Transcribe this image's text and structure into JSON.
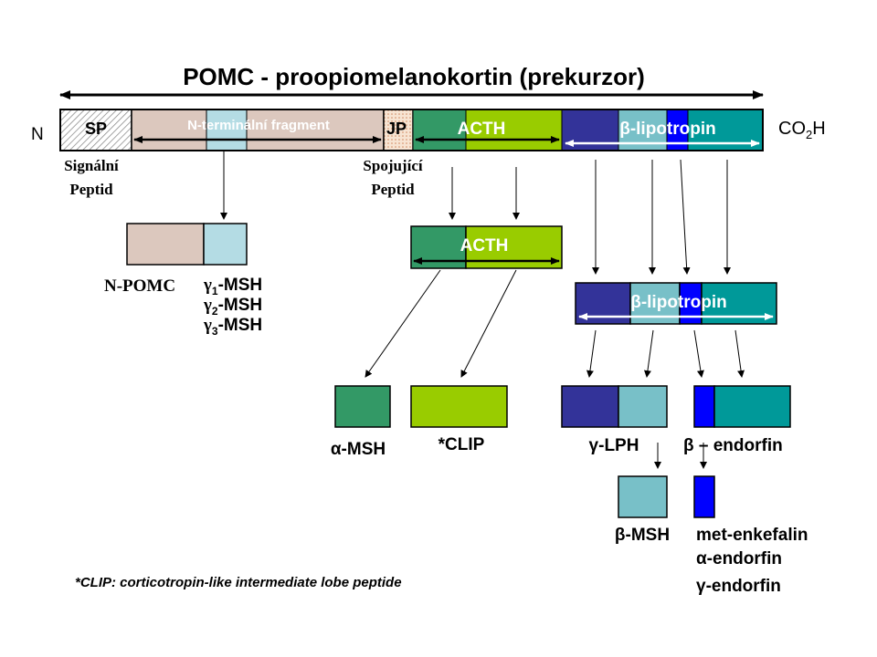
{
  "title": "POMC - proopiomelanokortin (prekurzor)",
  "terminal_n": "N",
  "terminal_c": "CO",
  "terminal_c_sub": "2",
  "terminal_c_tail": "H",
  "precursor_labels": {
    "sp": "SP",
    "n_terminal_fragment": "N-terminální fragment",
    "jp": "JP",
    "acth": "ACTH",
    "beta_lipotropin": "β-lipotropin"
  },
  "signal_peptide_label": [
    "Signální",
    "Peptid"
  ],
  "joining_peptide_label": [
    "Spojující",
    "Peptid"
  ],
  "npomc_label": "N-POMC",
  "gamma_msh": [
    {
      "greek": "γ",
      "sub": "1",
      "text": "-MSH"
    },
    {
      "greek": "γ",
      "sub": "2",
      "text": "-MSH"
    },
    {
      "greek": "γ",
      "sub": "3",
      "text": "-MSH"
    }
  ],
  "acth_label": "ACTH",
  "beta_lipotropin_label": "β-lipotropin",
  "alpha_msh_label": "α-MSH",
  "clip_label": "*CLIP",
  "gamma_lph_label": "γ-LPH",
  "beta_endorfin_label": "β – endorfin",
  "beta_msh_label": "β-MSH",
  "endorphin_products": [
    "met-enkefalin",
    "α-endorfin",
    "γ-endorfin"
  ],
  "footnote": "*CLIP: corticotropin-like intermediate lobe peptide",
  "colors": {
    "sp_hatch": "#c8c8c8",
    "n_terminal": "#dcc8be",
    "gamma_msh": "#b4dce4",
    "jp": "#f0c8a0",
    "alpha_msh": "#339966",
    "clip": "#99cc00",
    "gamma_lph": "#333399",
    "beta_msh": "#78c0c8",
    "met_enkefalin": "#0000ff",
    "beta_endorfin": "#009999",
    "text_white": "#ffffff",
    "text_black": "#000000"
  }
}
